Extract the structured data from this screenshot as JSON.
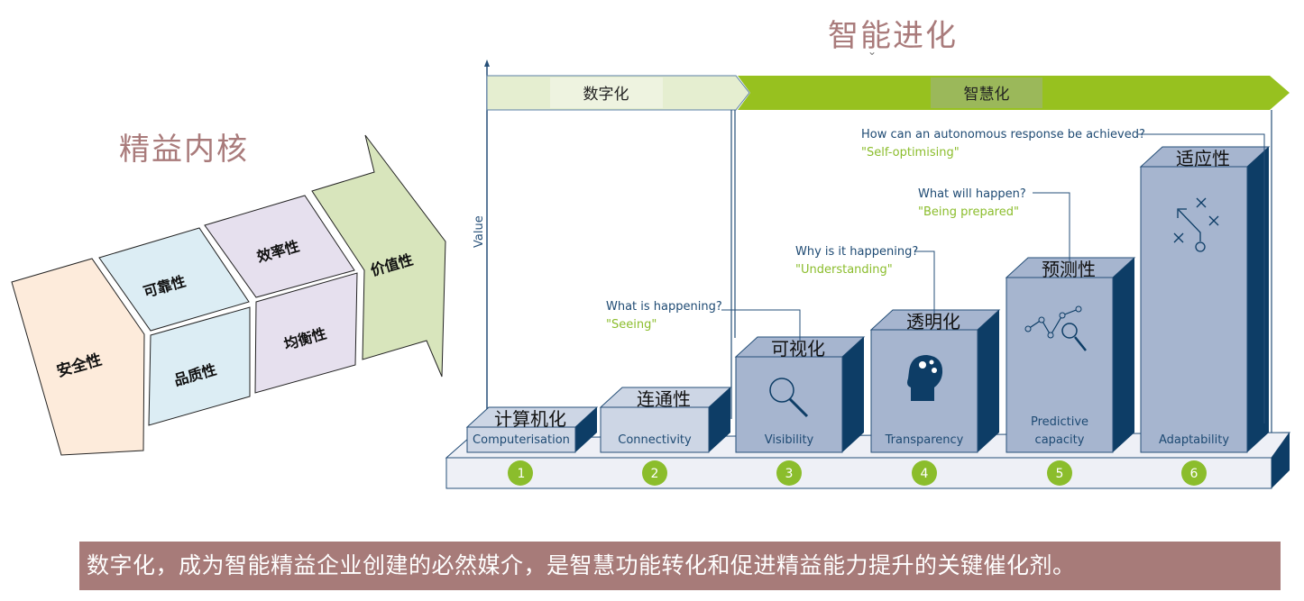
{
  "lean_core": {
    "title": "精益内核",
    "blocks": [
      {
        "id": "safety",
        "label": "安全性",
        "color": "#fdebdb"
      },
      {
        "id": "reliability",
        "label": "可靠性",
        "color": "#dcedf4"
      },
      {
        "id": "quality",
        "label": "品质性",
        "color": "#dcedf4"
      },
      {
        "id": "efficiency",
        "label": "效率性",
        "color": "#e6e0ee"
      },
      {
        "id": "balance",
        "label": "均衡性",
        "color": "#e6e0ee"
      },
      {
        "id": "value",
        "label": "价值性",
        "color": "#d8e5bc"
      }
    ]
  },
  "evolution": {
    "title": "智能进化",
    "axis_label": "Value",
    "phases": [
      {
        "label": "数字化",
        "color": "#e5eed0"
      },
      {
        "label": "智慧化",
        "color": "#97c11f"
      }
    ],
    "stages": [
      {
        "number": "1",
        "cn": "计算机化",
        "en": "Computerisation",
        "question": "",
        "quote": "",
        "icon": ""
      },
      {
        "number": "2",
        "cn": "连通性",
        "en": "Connectivity",
        "question": "",
        "quote": "",
        "icon": ""
      },
      {
        "number": "3",
        "cn": "可视化",
        "en": "Visibility",
        "question": "What is happening?",
        "quote": "\"Seeing\"",
        "icon": "magnifier-icon"
      },
      {
        "number": "4",
        "cn": "透明化",
        "en": "Transparency",
        "question": "Why is it happening?",
        "quote": "\"Understanding\"",
        "icon": "brain-gears-icon"
      },
      {
        "number": "5",
        "cn": "预测性",
        "en": "Predictive capacity",
        "en_lines": [
          "Predictive",
          "capacity"
        ],
        "question": "What will happen?",
        "quote": "\"Being prepared\"",
        "icon": "analytics-chart-icon"
      },
      {
        "number": "6",
        "cn": "适应性",
        "en": "Adaptability",
        "question": "How can an autonomous response be achieved?",
        "quote": "\"Self-optimising\"",
        "icon": "strategy-play-icon"
      }
    ],
    "colors": {
      "box_front_light": "#cdd6e5",
      "box_front": "#a6b5cf",
      "box_side": "#0d3d66",
      "outline": "#264f78",
      "question_text": "#1e4a73",
      "quote_text": "#8bbd2c",
      "badge": "#8bbd2c",
      "platform": "#eef0f6"
    }
  },
  "footer": {
    "text": "数字化，成为智能精益企业创建的必然媒介，是智慧功能转化和促进精益能力提升的关键催化剂。"
  }
}
